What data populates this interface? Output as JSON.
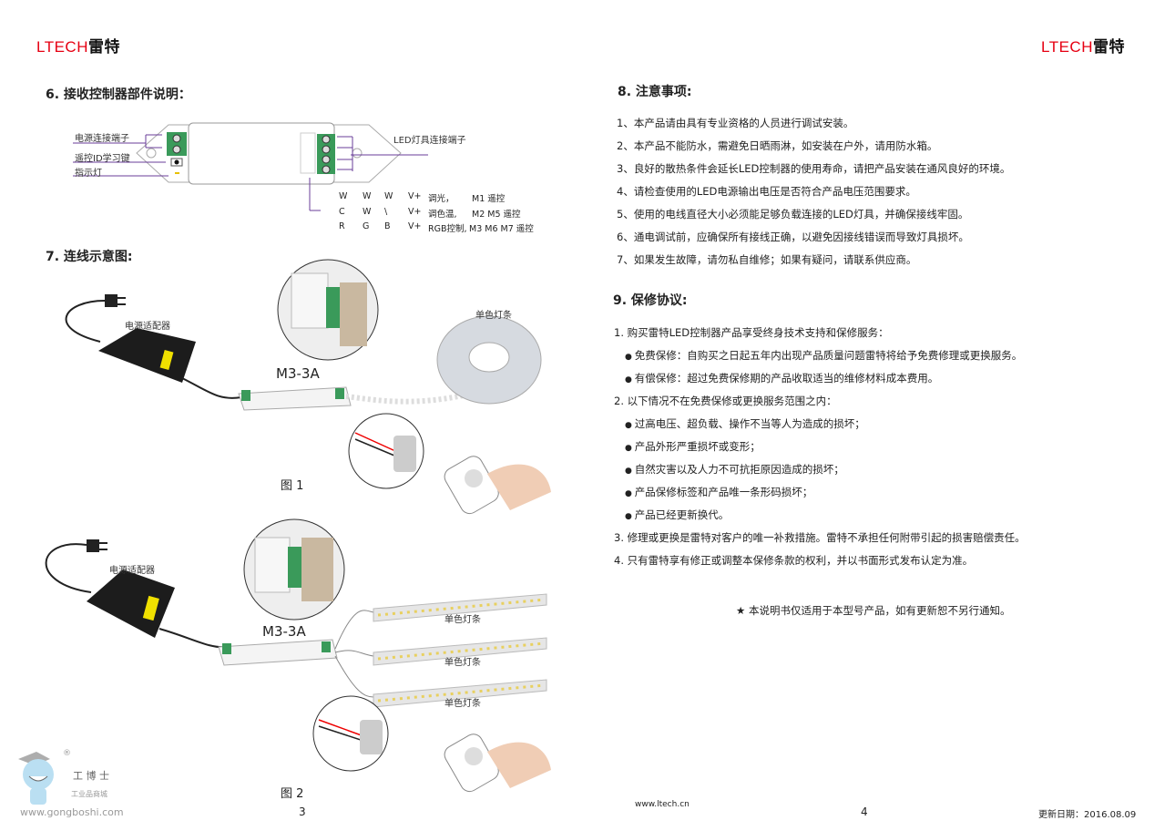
{
  "header": {
    "logo_latin": "LTECH",
    "logo_cn": "雷特"
  },
  "left": {
    "section6": {
      "title": "6. 接收控制器部件说明：",
      "labels": {
        "power_terminal": "电源连接端子",
        "remote_id_key": "遥控ID学习键",
        "indicator": "指示灯",
        "led_terminal": "LED灯具连接端子"
      },
      "table": [
        [
          "W",
          "W",
          "W",
          "V+",
          "调光，",
          "M1  遥控"
        ],
        [
          "C",
          "W",
          "\\",
          "V+",
          "调色温,",
          "M2 M5 遥控"
        ],
        [
          "R",
          "G",
          "B",
          "V+",
          "RGB控制,",
          "M3 M6 M7 遥控"
        ]
      ]
    },
    "section7": {
      "title": "7. 连线示意图:",
      "fig1": {
        "adapter": "电源适配器",
        "model": "M3-3A",
        "strip": "单色灯条",
        "caption": "图 1"
      },
      "fig2": {
        "adapter": "电源适配器",
        "model": "M3-3A",
        "strips": [
          "单色灯条",
          "单色灯条",
          "单色灯条"
        ],
        "caption": "图 2"
      }
    },
    "page_number": "3",
    "watermark": {
      "name": "工 博 士",
      "sub": "工业品商城",
      "url": "www.gongboshi.com",
      "reg": "®"
    }
  },
  "right": {
    "section8": {
      "title": "8.  注意事项:",
      "items": [
        "1、本产品请由具有专业资格的人员进行调试安装。",
        "2、本产品不能防水，需避免日晒雨淋，如安装在户外，请用防水箱。",
        "3、良好的散热条件会延长LED控制器的使用寿命，请把产品安装在通风良好的环境。",
        "4、请检查使用的LED电源输出电压是否符合产品电压范围要求。",
        "5、使用的电线直径大小必须能足够负载连接的LED灯具，并确保接线牢固。",
        "6、通电调试前，应确保所有接线正确，以避免因接线错误而导致灯具损坏。",
        "7、如果发生故障，请勿私自维修；如果有疑问，请联系供应商。"
      ]
    },
    "section9": {
      "title": "9.  保修协议:",
      "items": [
        {
          "text": "1. 购买雷特LED控制器产品享受终身技术支持和保修服务：",
          "bullet": false
        },
        {
          "text": "免费保修：自购买之日起五年内出现产品质量问题雷特将给予免费修理或更换服务。",
          "bullet": true
        },
        {
          "text": "有偿保修：超过免费保修期的产品收取适当的维修材料成本费用。",
          "bullet": true
        },
        {
          "text": "2. 以下情况不在免费保修或更换服务范围之内：",
          "bullet": false
        },
        {
          "text": "过高电压、超负载、操作不当等人为造成的损坏；",
          "bullet": true
        },
        {
          "text": "产品外形严重损坏或变形；",
          "bullet": true
        },
        {
          "text": "自然灾害以及人力不可抗拒原因造成的损坏；",
          "bullet": true
        },
        {
          "text": "产品保修标签和产品唯一条形码损坏；",
          "bullet": true
        },
        {
          "text": "产品已经更新换代。",
          "bullet": true
        },
        {
          "text": "3. 修理或更换是雷特对客户的唯一补救措施。雷特不承担任何附带引起的损害赔偿责任。",
          "bullet": false
        },
        {
          "text": "4. 只有雷特享有修正或调整本保修条款的权利，并以书面形式发布认定为准。",
          "bullet": false
        }
      ]
    },
    "note": "★ 本说明书仅适用于本型号产品，如有更新恕不另行通知。",
    "website": "www.ltech.cn",
    "page_number": "4",
    "update_date": "更新日期：2016.08.09"
  }
}
